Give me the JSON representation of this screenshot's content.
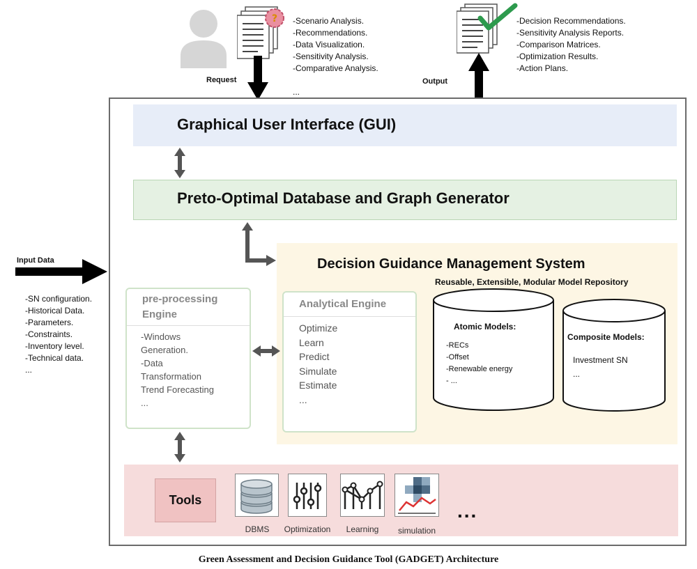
{
  "request": {
    "label": "Request",
    "items": "-Scenario Analysis.\n-Recommendations.\n-Data Visualization.\n-Sensitivity Analysis.\n-Comparative Analysis.\n\n..."
  },
  "output": {
    "label": "Output",
    "items": "-Decision Recommendations.\n-Sensitivity Analysis Reports.\n-Comparison Matrices.\n-Optimization Results.\n-Action Plans."
  },
  "input": {
    "label": "Input Data",
    "items": "-SN configuration.\n-Historical Data.\n-Parameters.\n-Constraints.\n-Inventory level.\n-Technical data.\n..."
  },
  "gui": {
    "title": "Graphical User Interface (GUI)"
  },
  "database": {
    "title": "Preto-Optimal Database and Graph Generator"
  },
  "dgms": {
    "title": "Decision Guidance Management System",
    "repository": "Reusable, Extensible, Modular Model Repository"
  },
  "preprocessing": {
    "title": "pre-processing\nEngine",
    "items": "-Windows\nGeneration.\n-Data\nTransformation\nTrend Forecasting\n..."
  },
  "analytical": {
    "title": "Analytical Engine",
    "items": "Optimize\nLearn\nPredict\nSimulate\nEstimate\n..."
  },
  "atomic": {
    "title": "Atomic Models:",
    "items": "-RECs\n-Offset\n-Renewable energy\n- ..."
  },
  "composite": {
    "title": "Composite Models:",
    "items": "Investment SN\n..."
  },
  "tools": {
    "label": "Tools",
    "items": [
      {
        "label": "DBMS",
        "icon": "database-icon"
      },
      {
        "label": "Optimization",
        "icon": "sliders-icon"
      },
      {
        "label": "Learning",
        "icon": "neural-network-icon"
      },
      {
        "label": "simulation",
        "icon": "simulation-icon"
      }
    ],
    "more": "..."
  },
  "caption": "Green Assessment and Decision Guidance Tool (GADGET) Architecture"
}
